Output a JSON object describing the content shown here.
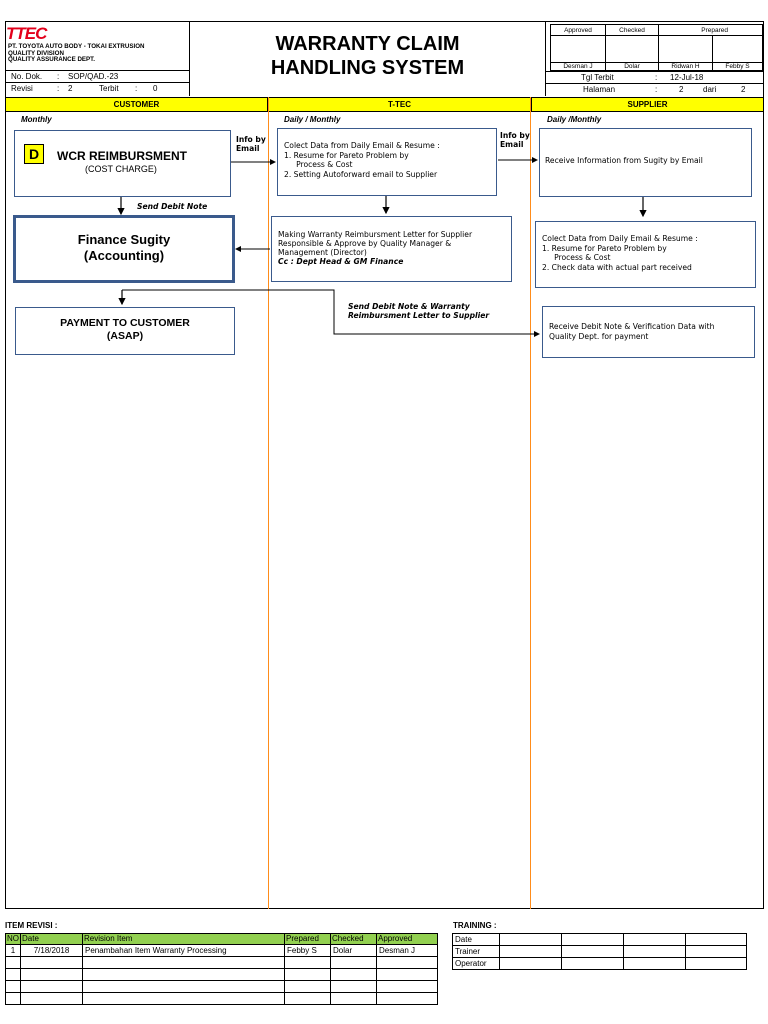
{
  "header": {
    "logo_text": "TTEC",
    "company_lines": [
      "PT. TOYOTA AUTO BODY - TOKAI EXTRUSION",
      "QUALITY DIVISION",
      "QUALITY ASSURANCE DEPT."
    ],
    "doc_no_label": "No. Dok.",
    "doc_no_value": "SOP/QAD.-23",
    "revisi_label": "Revisi",
    "revisi_value": "2",
    "terbit_label": "Terbit",
    "terbit_value": "0",
    "title_line1": "WARRANTY CLAIM",
    "title_line2": "HANDLING SYSTEM",
    "approval_headers": [
      "Approved",
      "Checked",
      "Prepared"
    ],
    "approval_names": [
      "Desman J",
      "Dolar",
      "Ridwan H",
      "Febby S"
    ],
    "tgl_label": "Tgl Terbit",
    "tgl_value": "12-Jul-18",
    "halaman_label": "Halaman",
    "halaman_value": "2",
    "dari_label": "dari",
    "dari_value": "2"
  },
  "lanes": {
    "customer": "CUSTOMER",
    "ttec": "T-TEC",
    "supplier": "SUPPLIER"
  },
  "periods": {
    "customer": "Monthly",
    "ttec": "Daily / Monthly",
    "supplier": "Daily /Monthly"
  },
  "boxes": {
    "wcr_badge": "D",
    "wcr_title": "WCR  REIMBURSMENT",
    "wcr_sub": "(COST CHARGE)",
    "finance_line1": "Finance Sugity",
    "finance_line2": "(Accounting)",
    "payment_line1": "PAYMENT TO CUSTOMER",
    "payment_line2": "(ASAP)",
    "ttec_collect": [
      "Colect Data from Daily Email & Resume :",
      "1. Resume for Pareto Problem by",
      "     Process & Cost",
      "2. Setting Autoforward email to Supplier"
    ],
    "ttec_making": [
      "Making Warranty Reimbursment  Letter for Supplier",
      "Responsible & Approve  by Quality Manager &",
      "Management (Director)"
    ],
    "ttec_making_cc": "Cc : Dept Head & GM Finance",
    "supplier_receive": "Receive Information from Sugity  by Email",
    "supplier_collect": [
      "Colect Data from Daily Email & Resume :",
      "1. Resume for Pareto Problem by",
      "     Process & Cost",
      "2. Check data with actual part received"
    ],
    "supplier_debit": [
      "Receive Debit Note & Verification Data with",
      "Quality Dept. for payment"
    ]
  },
  "arrow_labels": {
    "info1": [
      "Info by",
      "Email"
    ],
    "info2": [
      "Info by",
      "Email"
    ],
    "send_debit": "Send Debit Note",
    "send_debit_warranty": [
      "Send Debit Note & Warranty",
      "Reimbursment Letter to Supplier"
    ]
  },
  "revision": {
    "title": "ITEM REVISI :",
    "headers": [
      "NO",
      "Date",
      "Revision Item",
      "Prepared",
      "Checked",
      "Approved"
    ],
    "rows": [
      [
        "1",
        "7/18/2018",
        "Penambahan Item Warranty Processing",
        "Febby S",
        "Dolar",
        "Desman J"
      ],
      [
        "",
        "",
        "",
        "",
        "",
        ""
      ],
      [
        "",
        "",
        "",
        "",
        "",
        ""
      ],
      [
        "",
        "",
        "",
        "",
        "",
        ""
      ],
      [
        "",
        "",
        "",
        "",
        "",
        ""
      ]
    ]
  },
  "training": {
    "title": "TRAINING :",
    "rows": [
      "Date",
      "Trainer",
      "Operator"
    ]
  },
  "colors": {
    "lane_header": "#ffff00",
    "lane_divider": "#ff8c1a",
    "box_border": "#3a5a8c",
    "revision_header": "#92d050",
    "logo": "#e3001b"
  }
}
